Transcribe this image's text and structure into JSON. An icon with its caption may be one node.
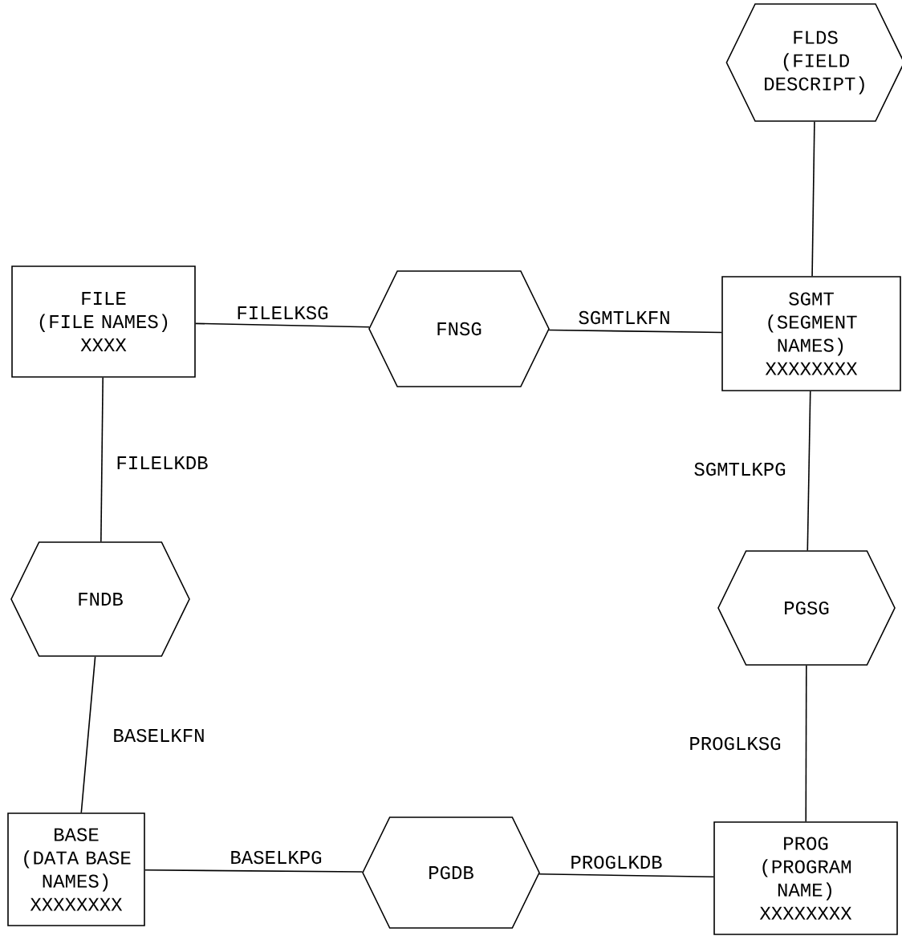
{
  "diagram": {
    "nodes": [
      {
        "text": [
          "FLDS",
          "(FIELD DESCRIPT)"
        ]
      },
      {
        "text": [
          "FILE",
          "(FILE NAMES)",
          "XXXX"
        ]
      },
      {
        "text": [
          "FNSG"
        ]
      },
      {
        "text": [
          "SGMT",
          "(SEGMENT NAMES)",
          "XXXXXXXX"
        ]
      },
      {
        "text": [
          "FNDB"
        ]
      },
      {
        "text": [
          "PGSG"
        ]
      },
      {
        "text": [
          "BASE",
          "(DATA BASE NAMES)",
          "XXXXXXXX"
        ]
      },
      {
        "text": [
          "PGDB"
        ]
      },
      {
        "text": [
          "PROG",
          "(PROGRAM NAME)",
          "XXXXXXXX"
        ]
      }
    ],
    "edges": [
      {
        "from": 0,
        "to": 3,
        "arrow": "none"
      },
      {
        "from": 1,
        "to": 2,
        "arrow": "none",
        "label": "FILELKSG"
      },
      {
        "from": 2,
        "to": 3,
        "arrow": "none",
        "label": "SGMTLKFN"
      },
      {
        "from": 1,
        "to": 4,
        "arrow": "none",
        "label": "FILELKDB"
      },
      {
        "from": 3,
        "to": 5,
        "arrow": "none",
        "label": "SGMTLKPG"
      },
      {
        "from": 4,
        "to": 6,
        "arrow": "none",
        "label": "BASELKFN"
      },
      {
        "from": 5,
        "to": 8,
        "arrow": "none",
        "label": "PROGLKSG"
      },
      {
        "from": 6,
        "to": 7,
        "arrow": "none",
        "label": "BASELKPG"
      },
      {
        "from": 7,
        "to": 8,
        "arrow": "none",
        "label": "PROGLKDB"
      }
    ]
  }
}
